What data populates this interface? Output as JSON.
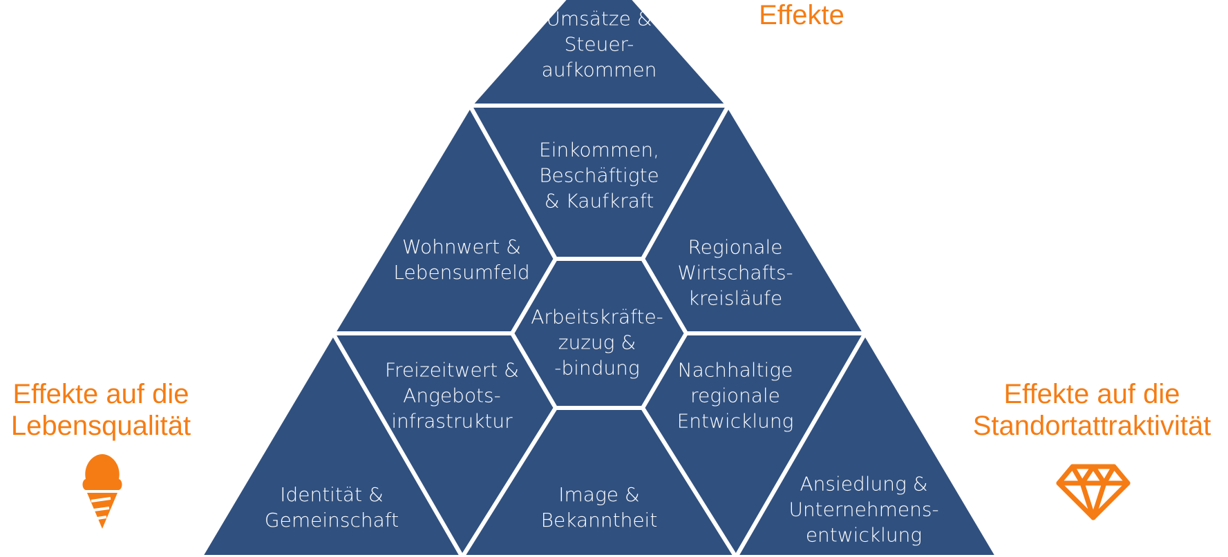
{
  "colors": {
    "fill": "#30507f",
    "accent": "#f57c14",
    "background": "#ffffff"
  },
  "top_label": "Effekte",
  "left_label": "Effekte auf die\nLebensqualität",
  "right_label": "Effekte auf die\nStandortattraktivität",
  "left_icon": "ice-cream-icon",
  "right_icon": "diamond-icon",
  "segments": {
    "top": "Umsätze &\nSteuer-\naufkommen",
    "income": "Einkommen,\nBeschäftigte\n& Kaufkraft",
    "housing": "Wohnwert &\nLebensumfeld",
    "regional_cycles": "Regionale\nWirtschafts-\nkreisläufe",
    "workforce": "Arbeitskräfte-\nzuzug &\n-bindung",
    "leisure": "Freizeitwert &\nAngebots-\ninfrastruktur",
    "sustainable": "Nachhaltige\nregionale\nEntwicklung",
    "identity": "Identität &\nGemeinschaft",
    "image": "Image &\nBekanntheit",
    "settlement": "Ansiedlung &\nUnternehmens-\nentwicklung"
  }
}
